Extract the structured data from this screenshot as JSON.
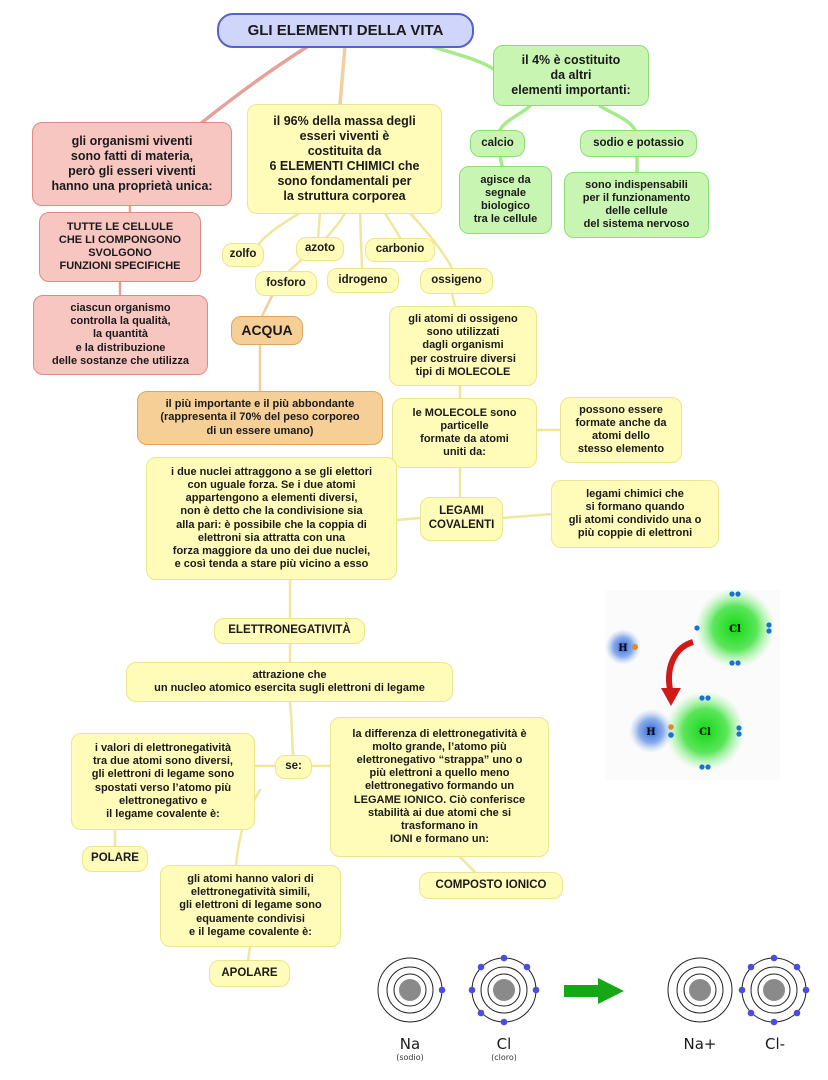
{
  "title": "GLI ELEMENTI DELLA VITA",
  "nodes": {
    "main96": "il 96% della massa degli\nesseri viventi è\ncostituita da\n6 ELEMENTI CHIMICI che\nsono fondamentali per\nla struttura corporea",
    "organismi": "gli organismi viventi\nsono fatti di materia,\nperò gli esseri viventi\nhanno una proprietà unica:",
    "cellule": "TUTTE LE CELLULE\nCHE LI COMPONGONO\nSVOLGONO\nFUNZIONI SPECIFICHE",
    "ciascun": "ciascun organismo\ncontrolla la qualità,\nla quantità\ne la distribuzione\ndelle sostanze che utilizza",
    "p4": "il 4% è costituito\nda altri\nelementi importanti:",
    "calcio": "calcio",
    "sodio_potassio": "sodio e potassio",
    "agisce": "agisce da\nsegnale\nbiologico\ntra le cellule",
    "indispensabili": "sono indispensabili\nper il funzionamento\ndelle cellule\ndel sistema nervoso",
    "zolfo": "zolfo",
    "azoto": "azoto",
    "carbonio": "carbonio",
    "fosforo": "fosforo",
    "idrogeno": "idrogeno",
    "ossigeno": "ossigeno",
    "acqua": "ACQUA",
    "acqua_desc": "il più importante e il più abbondante\n(rappresenta il 70% del peso corporeo\ndi un essere umano)",
    "atomi_ossigeno": "gli atomi di ossigeno\nsono utilizzati\ndagli organismi\nper costruire diversi\ntipi di MOLECOLE",
    "molecole": "le MOLECOLE sono\nparticelle\nformate da atomi\nuniti da:",
    "possono": "possono essere\nformate anche da\natomi dello\nstesso elemento",
    "legami_covalenti": "LEGAMI\nCOVALENTI",
    "legami_desc": "legami chimici che\nsi formano quando\ngli atomi condivido una o\npiù coppie di elettroni",
    "nuclei": "i due nuclei attraggono a se gli elettori\ncon uguale forza. Se i due atomi\nappartengono a elementi diversi,\nnon è detto che la condivisione sia\nalla pari: è possibile che la coppia di\nelettroni sia attratta con una\nforza maggiore da uno dei due nuclei,\ne così tenda a stare più vicino a esso",
    "elettronegativita": "ELETTRONEGATIVITÀ",
    "attrazione": "attrazione che\nun nucleo atomico esercita sugli elettroni di legame",
    "se": "se:",
    "valori_diversi": "i valori di elettronegatività\ntra due atomi sono diversi,\ngli elettroni di legame sono\nspostati verso l’atomo più\nelettronegativo e\nil legame covalente è:",
    "polare": "POLARE",
    "differenza": "la differenza di elettronegatività è\nmolto grande, l’atomo più\nelettronegativo “strappa” uno o\npiù elettroni a quello meno\nelettronegativo formando un\nLEGAME IONICO. Ciò conferisce\nstabilità ai due atomi che si\ntrasformano in\nIONI e formano un:",
    "composto_ionico": "COMPOSTO IONICO",
    "simili": "gli atomi hanno valori di\nelettronegatività simili,\ngli elettroni di legame sono\nequamente condivisi\ne il legame covalente è:",
    "apolare": "APOLARE"
  },
  "molecule": {
    "h": "H",
    "cl": "Cl"
  },
  "ions": {
    "na": "Na",
    "na_name": "(sodio)",
    "cl": "Cl",
    "cl_name": "(cloro)",
    "na_ion": "Na+",
    "cl_ion": "Cl-"
  },
  "colors": {
    "yellow": "#fffbb8",
    "red": "#f7c6c1",
    "green": "#c9f5b3",
    "orange": "#f6cf96",
    "title": "#cfd5fb",
    "electron": "#4a4de0",
    "arrow": "#16a716"
  }
}
